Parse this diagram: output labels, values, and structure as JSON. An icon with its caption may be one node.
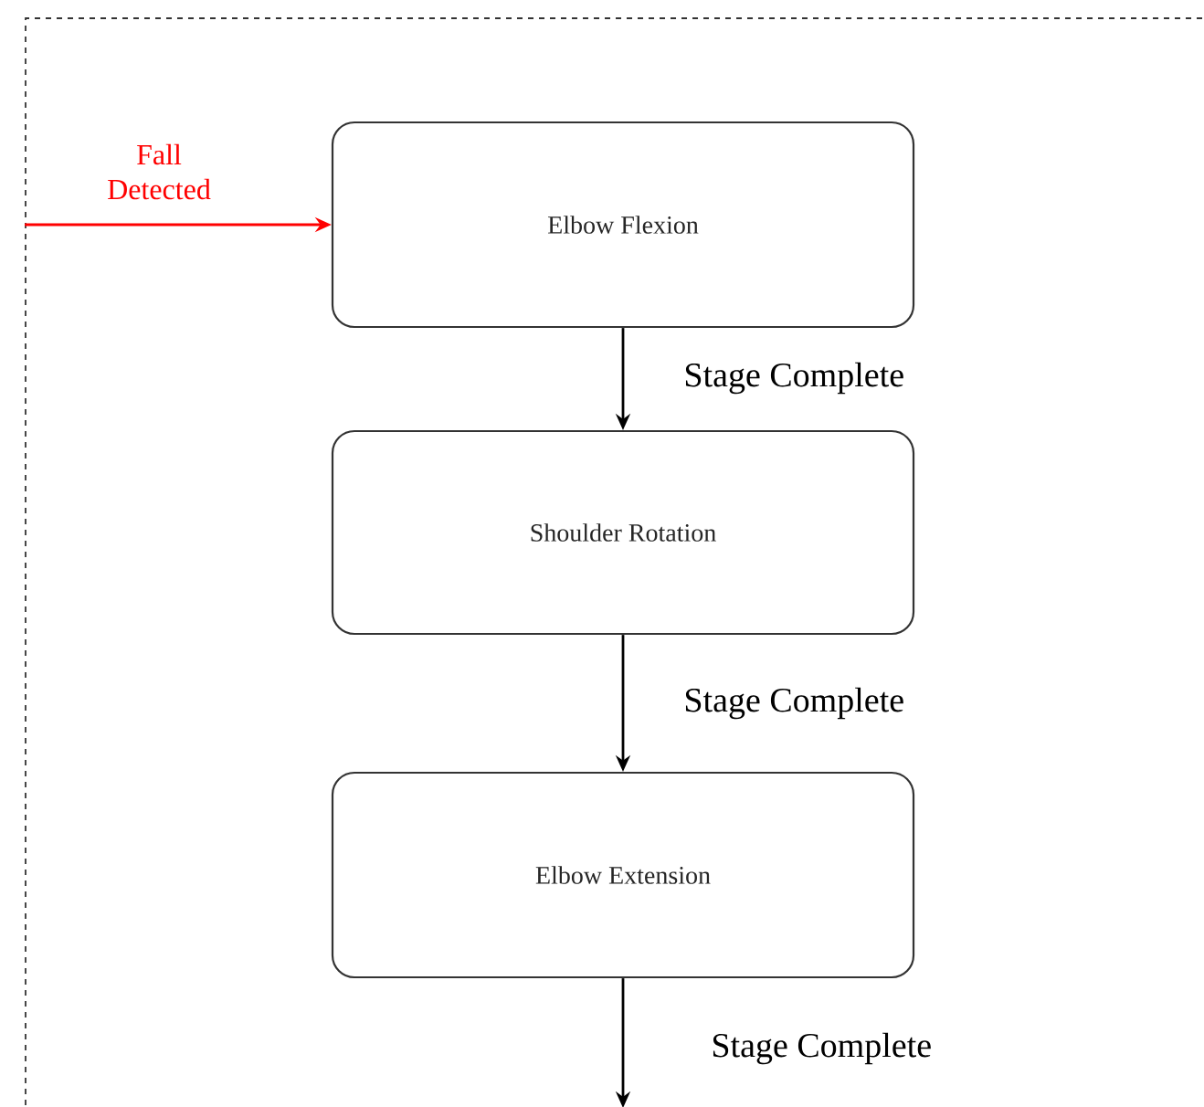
{
  "diagram": {
    "nodes": [
      {
        "text": [],
        "shape": "box"
      },
      {
        "text": [
          "Elbow Flexion"
        ],
        "in": 0
      },
      {
        "text": [
          "Shoulder Rotation"
        ],
        "in": 0
      },
      {
        "text": [
          "Elbow Extension"
        ],
        "in": 0
      }
    ],
    "edges": [
      {
        "from": 0,
        "to": 1,
        "arrow": "to",
        "label": "Fall Detected",
        "color": "#ff0000"
      },
      {
        "from": 1,
        "to": 2,
        "arrow": "to",
        "label": "Stage Complete"
      },
      {
        "from": 2,
        "to": 3,
        "arrow": "to",
        "label": "Stage Complete"
      },
      {
        "from": 3,
        "to": null,
        "arrow": "to",
        "label": "Stage Complete"
      }
    ]
  }
}
